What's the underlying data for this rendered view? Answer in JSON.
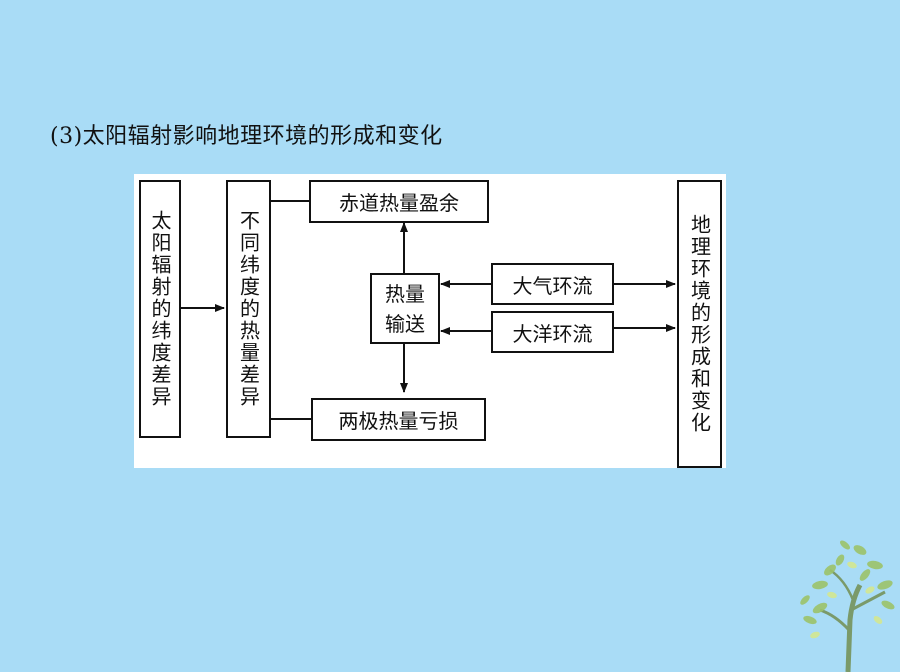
{
  "heading": "(3)太阳辐射影响地理环境的形成和变化",
  "nodes": {
    "solar": "太阳辐射的纬度差异",
    "latitude_heat": "不同纬度的热量差异",
    "equator_surplus": "赤道热量盈余",
    "heat_transport_line1": "热量",
    "heat_transport_line2": "输送",
    "atmos_circ": "大气环流",
    "ocean_circ": "大洋环流",
    "polar_deficit": "两极热量亏损",
    "geo_env": "地理环境的形成和变化"
  },
  "colors": {
    "background": "#a9dcf6",
    "panel": "#ffffff",
    "stroke": "#111111"
  }
}
